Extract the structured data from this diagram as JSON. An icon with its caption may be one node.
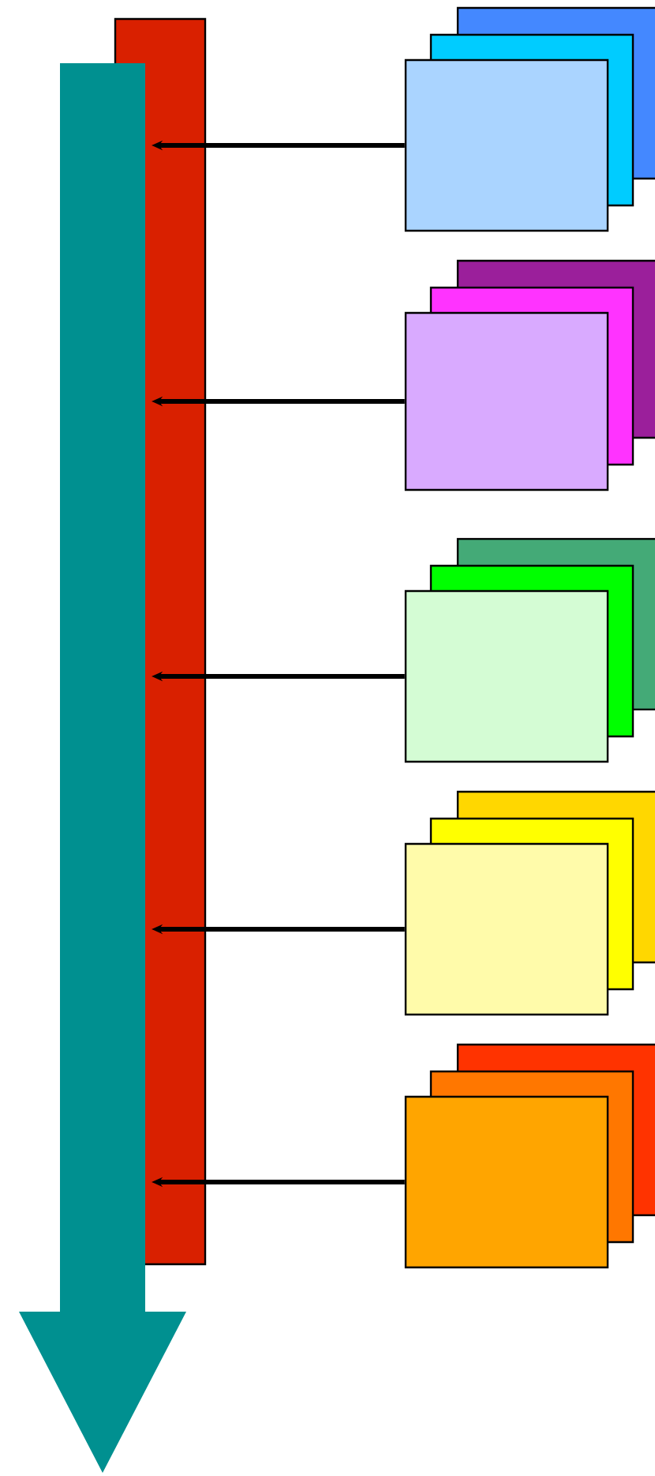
{
  "diagram": {
    "nodes": [
      {
        "text": [],
        "shape": "bar"
      },
      {
        "text": [],
        "shape": "box"
      },
      {
        "text": [],
        "shape": "box"
      },
      {
        "text": [],
        "shape": "box"
      },
      {
        "text": [],
        "shape": "box"
      },
      {
        "text": [],
        "shape": "box"
      }
    ],
    "edges": [
      {
        "from": 1,
        "to": 0,
        "arrow": "to"
      },
      {
        "from": 2,
        "to": 0,
        "arrow": "to"
      },
      {
        "from": 3,
        "to": 0,
        "arrow": "to"
      },
      {
        "from": 4,
        "to": 0,
        "arrow": "to"
      },
      {
        "from": 5,
        "to": 0,
        "arrow": "to"
      }
    ]
  }
}
